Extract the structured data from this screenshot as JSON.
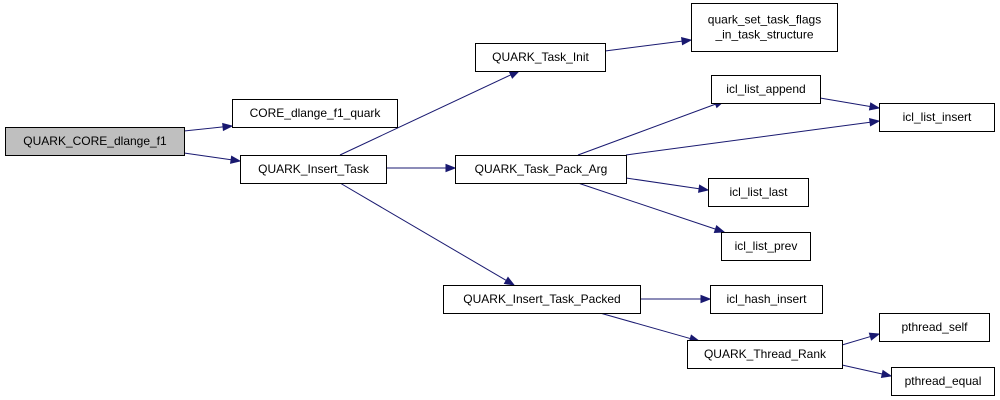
{
  "diagram": {
    "type": "call-graph",
    "colors": {
      "root_fill": "#bfbfbf",
      "node_fill": "#ffffff",
      "border": "#000000",
      "edge": "#191970"
    },
    "nodes": [
      {
        "id": "root",
        "lines": [
          "QUARK_CORE_dlange_f1"
        ],
        "root": true
      },
      {
        "id": "core_quark",
        "lines": [
          "CORE_dlange_f1_quark"
        ]
      },
      {
        "id": "insert_task",
        "lines": [
          "QUARK_Insert_Task"
        ]
      },
      {
        "id": "task_init",
        "lines": [
          "QUARK_Task_Init"
        ]
      },
      {
        "id": "task_pack_arg",
        "lines": [
          "QUARK_Task_Pack_Arg"
        ]
      },
      {
        "id": "insert_task_packed",
        "lines": [
          "QUARK_Insert_Task_Packed"
        ]
      },
      {
        "id": "set_task_flags",
        "lines": [
          "quark_set_task_flags",
          "_in_task_structure"
        ]
      },
      {
        "id": "list_append",
        "lines": [
          "icl_list_append"
        ]
      },
      {
        "id": "list_insert",
        "lines": [
          "icl_list_insert"
        ]
      },
      {
        "id": "list_last",
        "lines": [
          "icl_list_last"
        ]
      },
      {
        "id": "list_prev",
        "lines": [
          "icl_list_prev"
        ]
      },
      {
        "id": "hash_insert",
        "lines": [
          "icl_hash_insert"
        ]
      },
      {
        "id": "thread_rank",
        "lines": [
          "QUARK_Thread_Rank"
        ]
      },
      {
        "id": "pthread_self",
        "lines": [
          "pthread_self"
        ]
      },
      {
        "id": "pthread_equal",
        "lines": [
          "pthread_equal"
        ]
      }
    ],
    "edges": [
      {
        "from": "root",
        "to": "core_quark"
      },
      {
        "from": "root",
        "to": "insert_task"
      },
      {
        "from": "insert_task",
        "to": "task_init"
      },
      {
        "from": "insert_task",
        "to": "task_pack_arg"
      },
      {
        "from": "insert_task",
        "to": "insert_task_packed"
      },
      {
        "from": "task_init",
        "to": "set_task_flags"
      },
      {
        "from": "task_pack_arg",
        "to": "list_append"
      },
      {
        "from": "task_pack_arg",
        "to": "list_insert"
      },
      {
        "from": "task_pack_arg",
        "to": "list_last"
      },
      {
        "from": "task_pack_arg",
        "to": "list_prev"
      },
      {
        "from": "list_append",
        "to": "list_insert"
      },
      {
        "from": "insert_task_packed",
        "to": "hash_insert"
      },
      {
        "from": "insert_task_packed",
        "to": "thread_rank"
      },
      {
        "from": "thread_rank",
        "to": "pthread_self"
      },
      {
        "from": "thread_rank",
        "to": "pthread_equal"
      }
    ]
  }
}
